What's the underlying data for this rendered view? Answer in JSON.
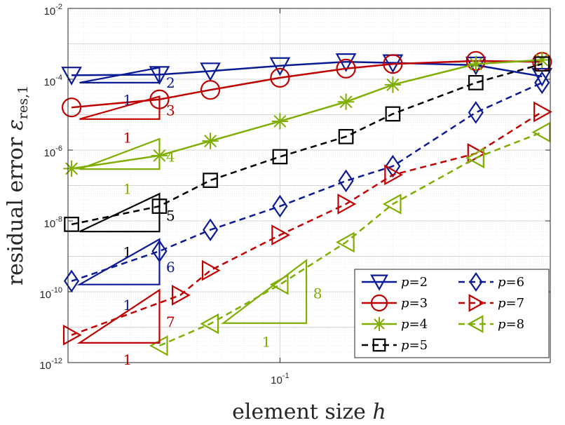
{
  "chart_data": {
    "type": "line",
    "title": "",
    "xlabel": "element size h",
    "ylabel": "residual error ε_res,1",
    "x_scale": "log",
    "y_scale": "log",
    "xlim": [
      0.0272,
      0.526
    ],
    "ylim": [
      1e-12,
      0.01
    ],
    "grid": true,
    "minor_grid": true,
    "legend_position": "bottom-right",
    "x_ticks": [
      {
        "value": 0.1,
        "base": "10",
        "exp": "-1"
      }
    ],
    "y_ticks": [
      {
        "value": 1e-12,
        "base": "10",
        "exp": "-12"
      },
      {
        "value": 1e-10,
        "base": "10",
        "exp": "-10"
      },
      {
        "value": 1e-08,
        "base": "10",
        "exp": "-8"
      },
      {
        "value": 1e-06,
        "base": "10",
        "exp": "-6"
      },
      {
        "value": 0.0001,
        "base": "10",
        "exp": "-4"
      },
      {
        "value": 0.01,
        "base": "10",
        "exp": "-2"
      }
    ],
    "series": [
      {
        "name": "p = 2",
        "legend": [
          "p",
          "=",
          "2"
        ],
        "color": "#0b1b96",
        "marker": "triangle-down",
        "dash": "solid",
        "x": [
          0.0278,
          0.0477,
          0.0652,
          0.1,
          0.15,
          0.2,
          0.333,
          0.5
        ],
        "y": [
          0.00013,
          0.000135,
          0.00017,
          0.00024,
          0.00031,
          0.00029,
          0.00025,
          0.00012
        ]
      },
      {
        "name": "p = 3",
        "legend": [
          "p",
          "=",
          "3"
        ],
        "color": "#c00000",
        "marker": "circle",
        "dash": "solid",
        "x": [
          0.0278,
          0.0477,
          0.0652,
          0.1,
          0.15,
          0.2,
          0.333,
          0.5
        ],
        "y": [
          1.6e-05,
          2.7e-05,
          5e-05,
          0.00011,
          0.0002,
          0.00027,
          0.00033,
          0.00031
        ]
      },
      {
        "name": "p = 4",
        "legend": [
          "p",
          "=",
          "4"
        ],
        "color": "#7fae00",
        "marker": "asterisk",
        "dash": "solid",
        "x": [
          0.0278,
          0.0477,
          0.0652,
          0.1,
          0.15,
          0.2,
          0.333,
          0.5
        ],
        "y": [
          3e-07,
          7e-07,
          1.8e-06,
          6.5e-06,
          2.3e-05,
          7e-05,
          0.00027,
          0.00035
        ]
      },
      {
        "name": "p = 5",
        "legend": [
          "p",
          "=",
          "5"
        ],
        "color": "#000000",
        "marker": "square",
        "dash": "dashed",
        "x": [
          0.0278,
          0.0477,
          0.0652,
          0.1,
          0.15,
          0.2,
          0.333,
          0.5
        ],
        "y": [
          8e-09,
          2.6e-08,
          1.4e-07,
          6.5e-07,
          2.4e-06,
          1.05e-05,
          8e-05,
          0.00027
        ]
      },
      {
        "name": "p = 6",
        "legend": [
          "p",
          "=",
          "6"
        ],
        "color": "#0b1b96",
        "marker": "diamond",
        "dash": "dashed",
        "x": [
          0.0278,
          0.0477,
          0.0652,
          0.1,
          0.15,
          0.2,
          0.333,
          0.5
        ],
        "y": [
          2e-10,
          1.4e-09,
          5.6e-09,
          2.6e-08,
          1.35e-07,
          3.5e-07,
          1.15e-05,
          8e-05
        ]
      },
      {
        "name": "p = 7",
        "legend": [
          "p",
          "=",
          "7"
        ],
        "color": "#c00000",
        "marker": "triangle-right",
        "dash": "dashed",
        "x": [
          0.0278,
          0.0542,
          0.0652,
          0.1,
          0.15,
          0.2,
          0.333,
          0.5
        ],
        "y": [
          6e-12,
          8e-11,
          4e-10,
          4e-09,
          3e-08,
          2e-07,
          8e-07,
          1.2e-05
        ]
      },
      {
        "name": "p = 8",
        "legend": [
          "p",
          "=",
          "8"
        ],
        "color": "#7fae00",
        "marker": "triangle-left",
        "dash": "dashed",
        "x": [
          0.0477,
          0.0652,
          0.1,
          0.15,
          0.2,
          0.333,
          0.5
        ],
        "y": [
          3e-12,
          1.25e-11,
          1.6e-10,
          2.5e-09,
          3e-08,
          6e-07,
          3.2e-06
        ]
      }
    ],
    "slope_triangles": [
      {
        "rate": "2",
        "run": "1",
        "color": "#0b1b96",
        "x0": 0.0292,
        "x1": 0.0477,
        "y0": 8e-05,
        "label_rate_x": 0.0497,
        "label_rate_y": 8e-05,
        "label_run_x": 0.0392,
        "label_run_y": 2.6e-05
      },
      {
        "rate": "3",
        "run": "1",
        "color": "#c00000",
        "x0": 0.0292,
        "x1": 0.0477,
        "y0": 7.5e-06,
        "label_rate_x": 0.0497,
        "label_rate_y": 1.3e-05,
        "label_run_x": 0.0392,
        "label_run_y": 2.2e-06
      },
      {
        "rate": "4",
        "run": "1",
        "color": "#7fae00",
        "x0": 0.0292,
        "x1": 0.0477,
        "y0": 2.9e-07,
        "label_rate_x": 0.0497,
        "label_rate_y": 6.5e-07,
        "label_run_x": 0.0392,
        "label_run_y": 8e-08
      },
      {
        "rate": "5",
        "run": "1",
        "color": "#000000",
        "x0": 0.0292,
        "x1": 0.0477,
        "y0": 5e-09,
        "label_rate_x": 0.0497,
        "label_rate_y": 1.4e-08,
        "label_run_x": 0.0392,
        "label_run_y": 1.3e-09
      },
      {
        "rate": "6",
        "run": "1",
        "color": "#0b1b96",
        "x0": 0.0292,
        "x1": 0.0477,
        "y0": 1.6e-10,
        "label_rate_x": 0.0497,
        "label_rate_y": 4.9e-10,
        "label_run_x": 0.0392,
        "label_run_y": 4.2e-11
      },
      {
        "rate": "7",
        "run": "1",
        "color": "#c00000",
        "x0": 0.0292,
        "x1": 0.0477,
        "y0": 3.6e-12,
        "label_rate_x": 0.0497,
        "label_rate_y": 1.4e-11,
        "label_run_x": 0.0392,
        "label_run_y": 1.2e-12
      },
      {
        "rate": "8",
        "run": "1",
        "color": "#7fae00",
        "x0": 0.0706,
        "x1": 0.1176,
        "y0": 1.3e-11,
        "label_rate_x": 0.1226,
        "label_rate_y": 9e-11,
        "label_run_x": 0.092,
        "label_run_y": 3.8e-12
      }
    ]
  }
}
